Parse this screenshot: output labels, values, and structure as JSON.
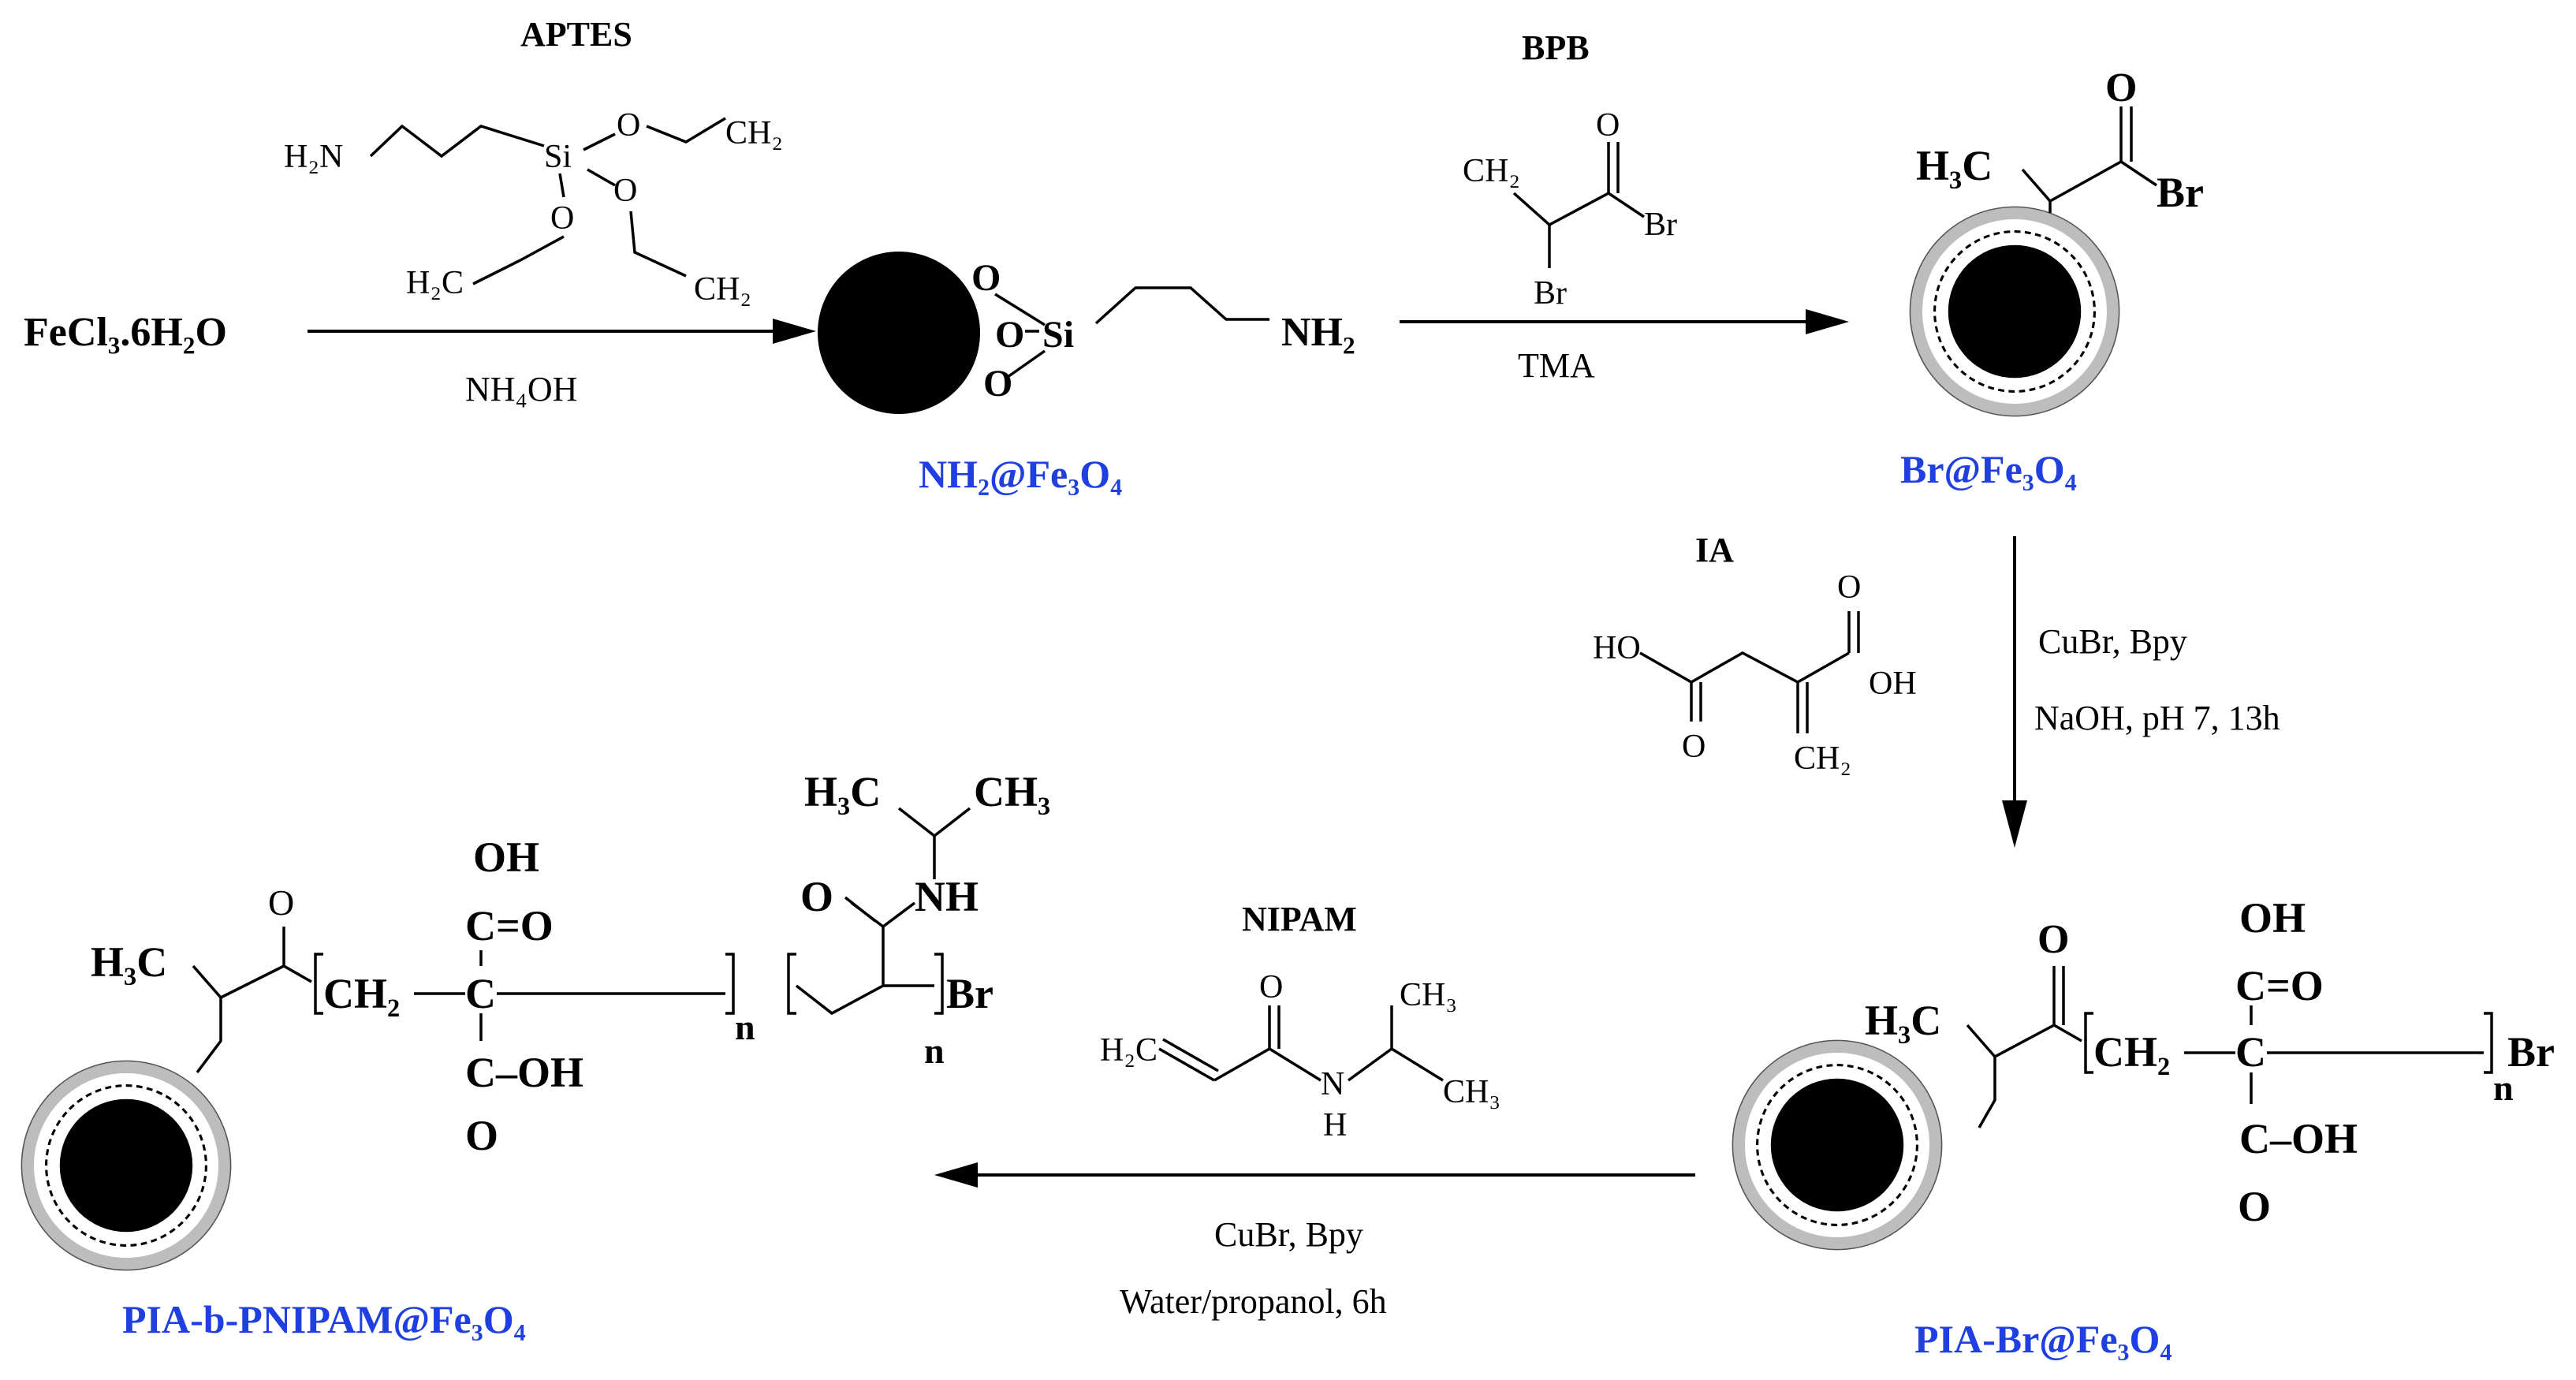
{
  "steps": {
    "s1": {
      "reagent": "APTES",
      "condition": "NH₄OH"
    },
    "s2": {
      "reagent": "BPB",
      "condition": "TMA"
    },
    "s3": {
      "reagent": "IA",
      "condition1": "CuBr, Bpy",
      "condition2": "NaOH, pH 7, 13h"
    },
    "s4": {
      "reagent": "NIPAM",
      "condition1": "CuBr, Bpy",
      "condition2": "Water/propanol, 6h"
    }
  },
  "start": {
    "label": "FeCl₃.6H₂O"
  },
  "products": {
    "p1": "NH₂@Fe₃O₄",
    "p2": "Br@Fe₃O₄",
    "p3": "PIA-Br@Fe₃O₄",
    "p4": "PIA-b-PNIPAM@Fe₃O₄"
  },
  "atoms": {
    "h2n": "H₂N",
    "si": "Si",
    "o": "O",
    "ch2": "CH₂",
    "h2c": "H₂C",
    "nh2": "NH₂",
    "br": "Br",
    "h3c": "H₃C",
    "ho": "HO",
    "oh": "OH",
    "co_eq": "C=O",
    "c_oh": "C–OH",
    "c": "C",
    "n": "n",
    "nh": "NH",
    "n_atom": "N",
    "h": "H",
    "ch3": "CH₃"
  },
  "colors": {
    "label": "#1f3fe0"
  }
}
